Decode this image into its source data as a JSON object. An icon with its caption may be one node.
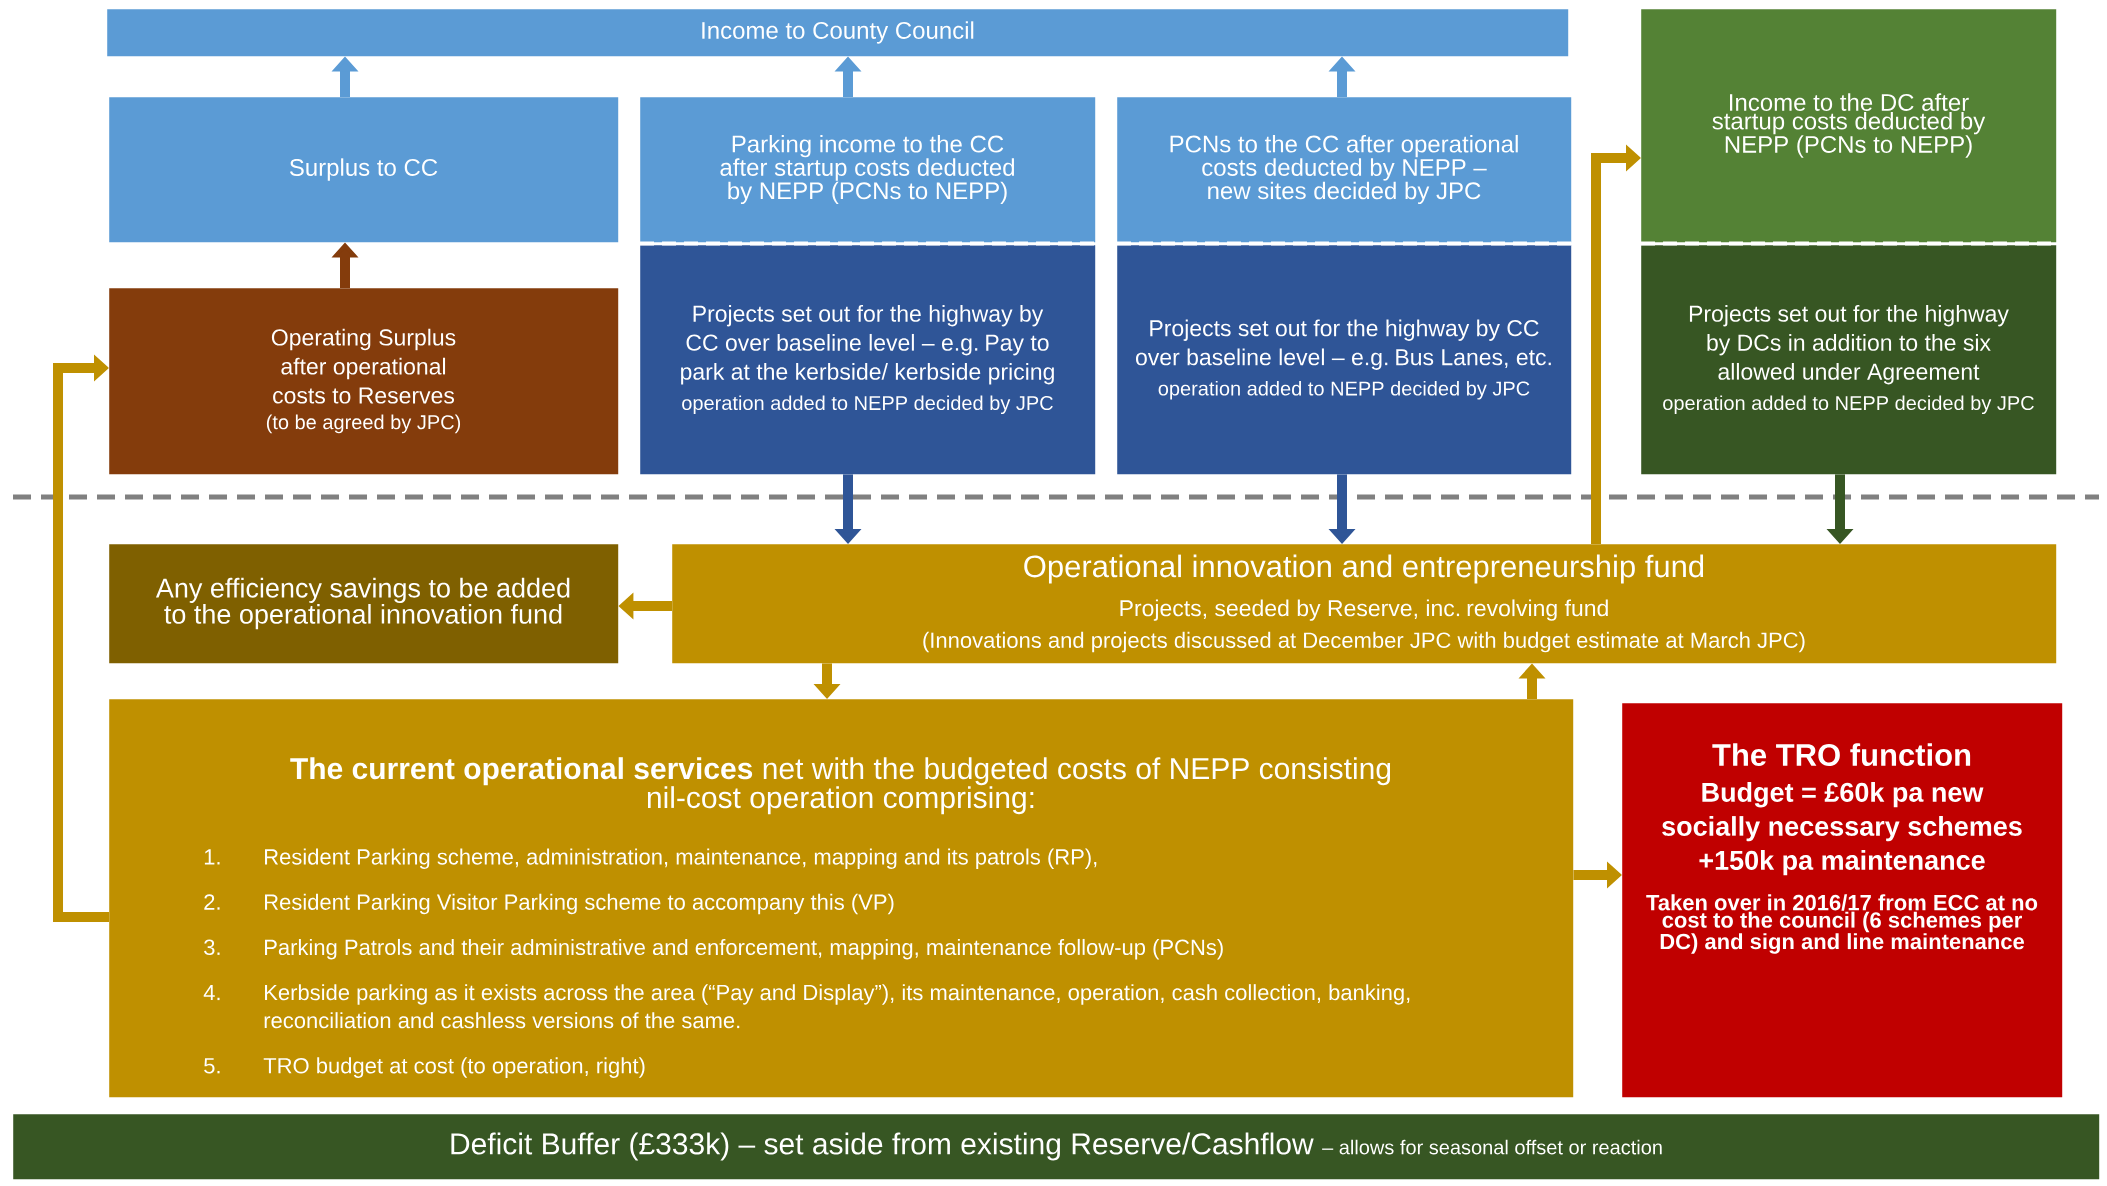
{
  "diagram": {
    "nodes": [
      {
        "text": [
          "Income to County Council"
        ]
      },
      {
        "text": [
          "Surplus to CC"
        ]
      },
      {
        "text": [
          "Parking income to the CC after startup costs deducted by NEPP (PCNs to NEPP)"
        ]
      },
      {
        "text": [
          "PCNs to the CC after operational costs deducted by NEPP – new sites decided by JPC"
        ]
      },
      {
        "text": [
          "Income to the DC after startup costs deducted by NEPP (PCNs to NEPP)"
        ]
      },
      {
        "text": [
          "Operating Surplus after operational costs to Reserves",
          "(to be agreed by JPC)"
        ]
      },
      {
        "text": [
          "Projects set out for the highway by CC over baseline level – e.g. Pay to park at the kerbside/ kerbside pricing",
          "operation added to NEPP decided by JPC"
        ]
      },
      {
        "text": [
          "Projects set out for the highway by CC over baseline level – e.g. Bus Lanes, etc.",
          "operation added to NEPP decided by JPC"
        ]
      },
      {
        "text": [
          "Projects set out for the highway by DCs in addition to the six allowed under Agreement",
          "operation added to NEPP decided by  JPC"
        ]
      },
      {
        "text": [
          "Any efficiency savings to be added to the operational innovation fund"
        ]
      },
      {
        "text": [
          "Operational innovation and entrepreneurship fund",
          "Projects, seeded by Reserve, inc. revolving fund",
          "(Innovations and projects discussed at December JPC with budget estimate at March JPC)"
        ]
      },
      {
        "text": [
          "**The current operational services** net with the budgeted costs of NEPP consisting nil-cost operation comprising:",
          "1.",
          "Resident Parking scheme, administration, maintenance, mapping and its patrols (RP),",
          "2.",
          "Resident Parking Visitor Parking scheme to accompany this (VP)",
          "3.",
          "Parking Patrols and their administrative and enforcement, mapping, maintenance follow-up (PCNs)",
          "4.",
          "Kerbside parking as it exists across the area (“Pay and Display”), its maintenance, operation, cash collection, banking, reconciliation and cashless versions of the same.",
          "5.",
          "TRO budget at cost (to operation, right)"
        ]
      },
      {
        "text": [
          "The TRO function",
          "Budget = £60k pa new socially necessary schemes +150k pa maintenance",
          "Taken over in 2016/17 from ECC at no cost to the council (6 schemes per DC) and sign and line maintenance"
        ]
      },
      {
        "text": [
          "Deficit Buffer (£333k) – set aside from existing Reserve/Cashflow",
          "– allows for seasonal offset or reaction"
        ]
      }
    ],
    "edges": [
      {
        "from": 1,
        "to": 0,
        "arrow": "to",
        "color": "#5b9bd5"
      },
      {
        "from": 2,
        "to": 0,
        "arrow": "to",
        "color": "#5b9bd5"
      },
      {
        "from": 3,
        "to": 0,
        "arrow": "to",
        "color": "#5b9bd5"
      },
      {
        "from": 5,
        "to": 1,
        "arrow": "to",
        "color": "#843c0c"
      },
      {
        "from": 6,
        "to": 10,
        "arrow": "to",
        "color": "#2f5597"
      },
      {
        "from": 7,
        "to": 10,
        "arrow": "to",
        "color": "#2f5597"
      },
      {
        "from": 8,
        "to": 10,
        "arrow": "to",
        "color": "#375623"
      },
      {
        "from": 10,
        "to": 9,
        "arrow": "to"
      },
      {
        "from": 10,
        "to": 11,
        "arrow": "to"
      },
      {
        "from": 11,
        "to": 10,
        "arrow": "to"
      },
      {
        "from": 11,
        "to": 5,
        "arrow": "to"
      },
      {
        "from": 10,
        "to": 4,
        "arrow": "to"
      },
      {
        "from": 11,
        "to": 12,
        "arrow": "to"
      }
    ]
  }
}
